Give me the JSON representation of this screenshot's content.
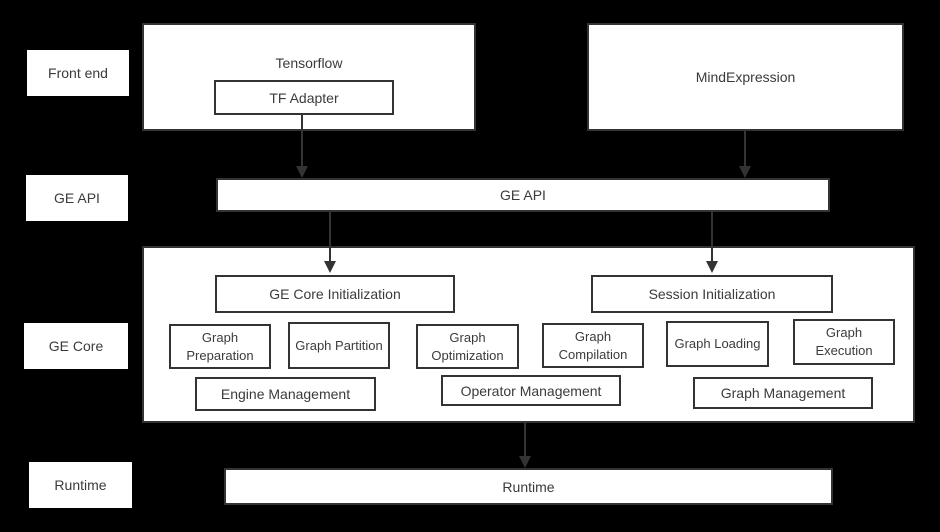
{
  "palette": {
    "background": "#000000",
    "box_fill": "#ffffff",
    "border": "#333333",
    "text": "#3b3b3b",
    "arrow": "#333333"
  },
  "row_labels": {
    "front_end": "Front end",
    "ge_api": "GE API",
    "ge_core": "GE Core",
    "runtime": "Runtime"
  },
  "frontend": {
    "tensorflow": "Tensorflow",
    "tf_adapter": "TF Adapter",
    "mind_expression": "MindExpression"
  },
  "api": {
    "bar": "GE API"
  },
  "ge_core": {
    "core_init": "GE Core Initialization",
    "session_init": "Session Initialization",
    "stages": [
      "Graph Preparation",
      "Graph Partition",
      "Graph Optimization",
      "Graph Compilation",
      "Graph Loading",
      "Graph Execution"
    ],
    "management": [
      "Engine Management",
      "Operator Management",
      "Graph Management"
    ]
  },
  "runtime": {
    "bar": "Runtime"
  }
}
